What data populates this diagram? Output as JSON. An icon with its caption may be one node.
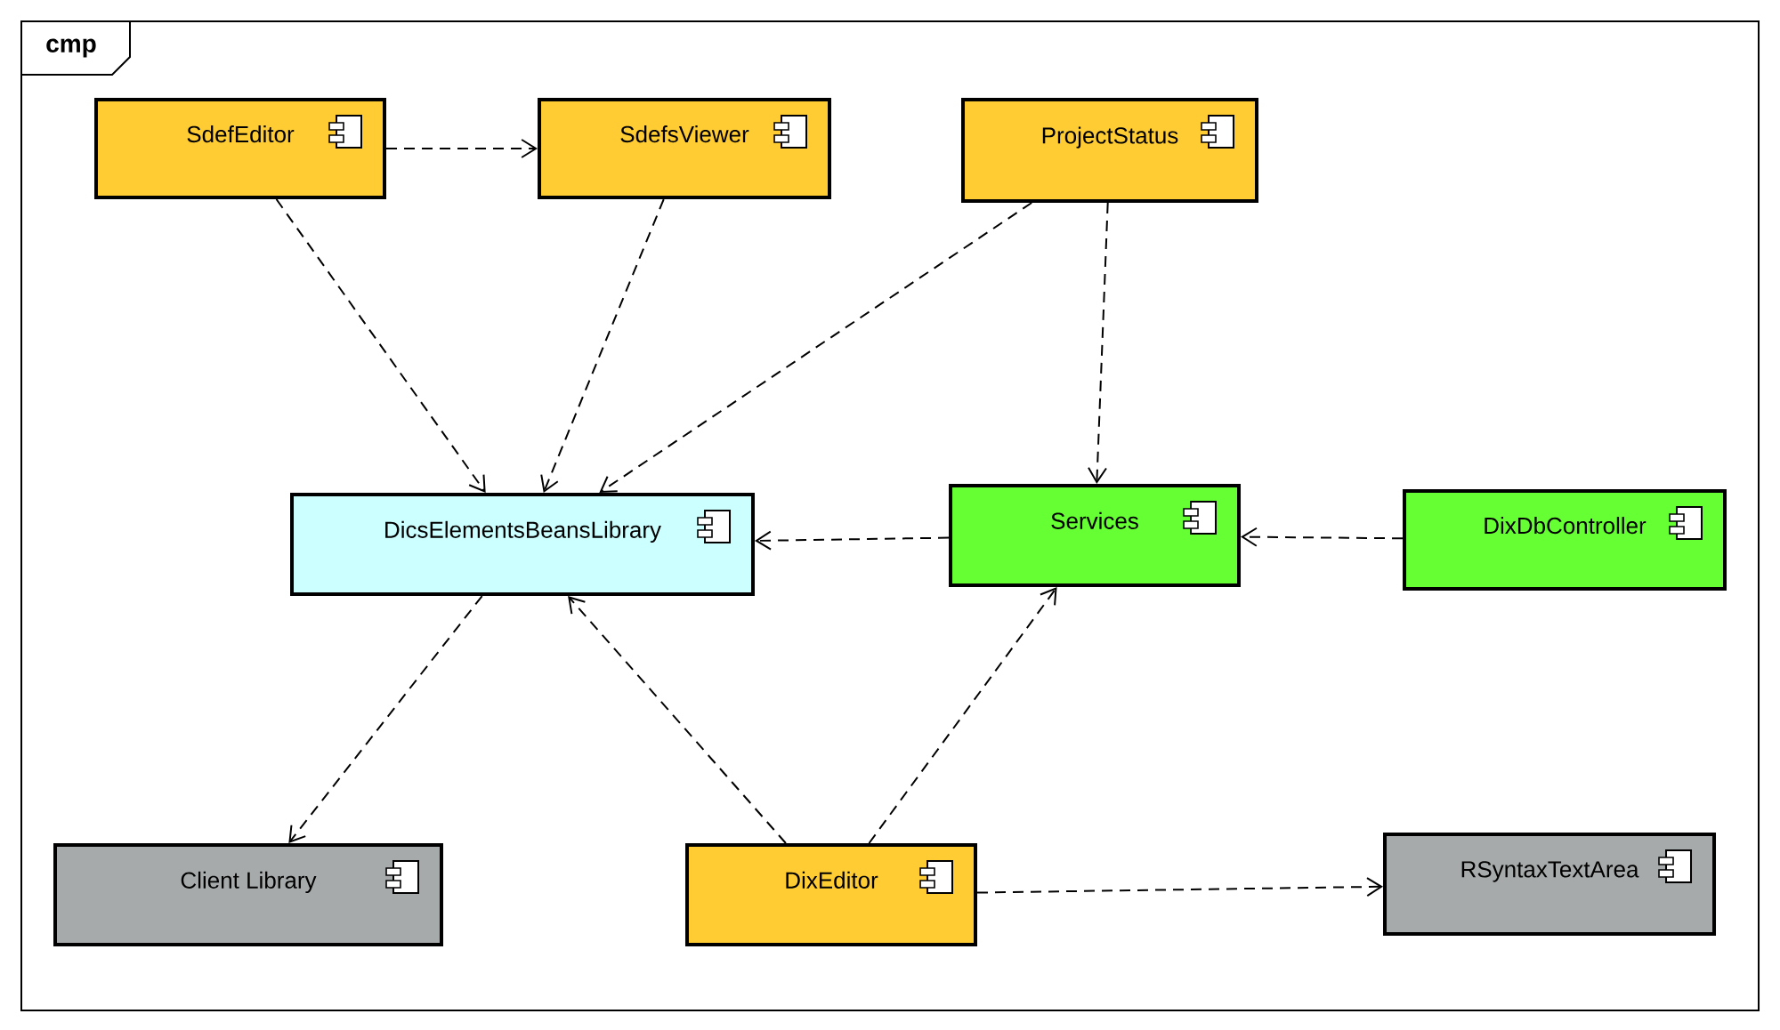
{
  "diagram": {
    "title": "cmp",
    "nodes": [
      {
        "text": [
          "SdefEditor"
        ]
      },
      {
        "text": [
          "SdefsViewer"
        ]
      },
      {
        "text": [
          "ProjectStatus"
        ]
      },
      {
        "text": [
          "DicsElementsBeansLibrary"
        ]
      },
      {
        "text": [
          "Services"
        ]
      },
      {
        "text": [
          "DixDbController"
        ]
      },
      {
        "text": [
          "Client Library"
        ]
      },
      {
        "text": [
          "DixEditor"
        ]
      },
      {
        "text": [
          "RSyntaxTextArea"
        ]
      }
    ],
    "edges": [
      {
        "from": 0,
        "to": 1,
        "arrow": "to",
        "style": "dashed"
      },
      {
        "from": 0,
        "to": 3,
        "arrow": "to",
        "style": "dashed"
      },
      {
        "from": 1,
        "to": 3,
        "arrow": "to",
        "style": "dashed"
      },
      {
        "from": 2,
        "to": 3,
        "arrow": "to",
        "style": "dashed"
      },
      {
        "from": 2,
        "to": 4,
        "arrow": "to",
        "style": "dashed"
      },
      {
        "from": 4,
        "to": 3,
        "arrow": "to",
        "style": "dashed"
      },
      {
        "from": 5,
        "to": 4,
        "arrow": "to",
        "style": "dashed"
      },
      {
        "from": 3,
        "to": 6,
        "arrow": "to",
        "style": "dashed"
      },
      {
        "from": 7,
        "to": 3,
        "arrow": "to",
        "style": "dashed"
      },
      {
        "from": 7,
        "to": 4,
        "arrow": "to",
        "style": "dashed"
      },
      {
        "from": 7,
        "to": 8,
        "arrow": "to",
        "style": "dashed"
      }
    ]
  }
}
